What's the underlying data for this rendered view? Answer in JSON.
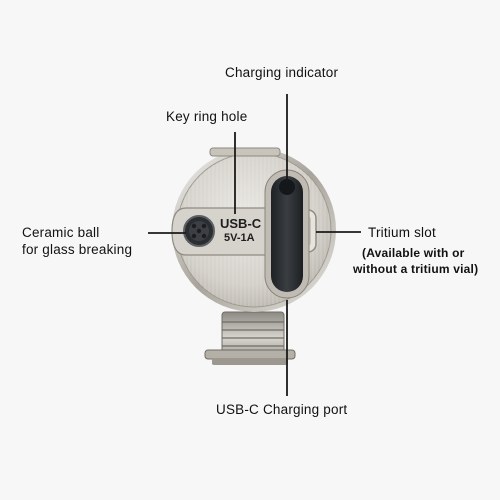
{
  "callouts": {
    "charging_indicator": "Charging indicator",
    "key_ring_hole": "Key ring hole",
    "ceramic_ball_line1": "Ceramic ball",
    "ceramic_ball_line2": "for glass breaking",
    "tritium_slot": "Tritium slot",
    "tritium_note_line1": "(Available with or",
    "tritium_note_line2": "without a tritium vial)",
    "usb_c_port": "USB-C Charging port"
  },
  "device_engraving": {
    "line1": "USB-C",
    "line2": "5V-1A"
  },
  "colors": {
    "background": "#f7f7f7",
    "metal_body": "#d9d6d0",
    "rubber_cover": "#2a2d30",
    "leader_line": "#1a1a1a"
  }
}
